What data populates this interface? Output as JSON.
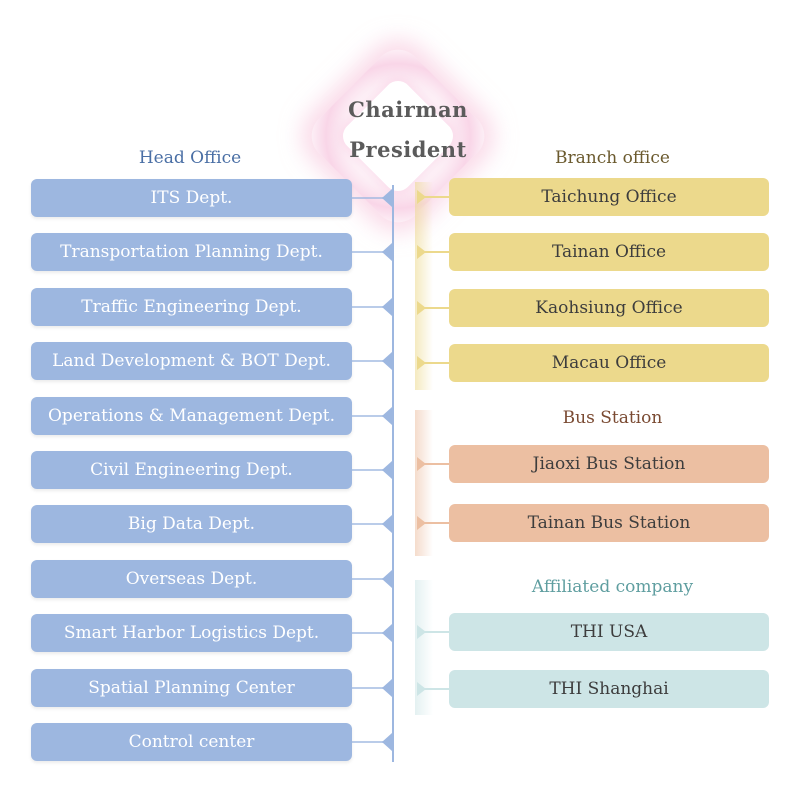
{
  "top": {
    "line1": "Chairman",
    "line2": "President"
  },
  "head_office": {
    "label": "Head Office",
    "items": [
      "ITS Dept.",
      "Transportation Planning Dept.",
      "Traffic Engineering Dept.",
      "Land Development & BOT Dept.",
      "Operations & Management Dept.",
      "Civil Engineering  Dept.",
      "Big Data Dept.",
      "Overseas Dept.",
      "Smart Harbor Logistics Dept.",
      "Spatial Planning Center",
      "Control center"
    ]
  },
  "branch_office": {
    "label": "Branch office",
    "items": [
      "Taichung Office",
      "Tainan Office",
      "Kaohsiung Office",
      "Macau Office"
    ]
  },
  "bus_station": {
    "label": "Bus Station",
    "items": [
      "Jiaoxi Bus Station",
      "Tainan Bus Station"
    ]
  },
  "affiliated_company": {
    "label": "Affiliated company",
    "items": [
      "THI USA",
      "THI Shanghai"
    ]
  },
  "colors": {
    "head": "#9db7e0",
    "branch": "#ecd98c",
    "bus": "#ecbfa2",
    "affiliated": "#cde5e6",
    "head_label": "#4a6fa5",
    "branch_label": "#6b5a2e",
    "bus_label": "#7a4a32",
    "affiliated_label": "#5f9ea0"
  }
}
